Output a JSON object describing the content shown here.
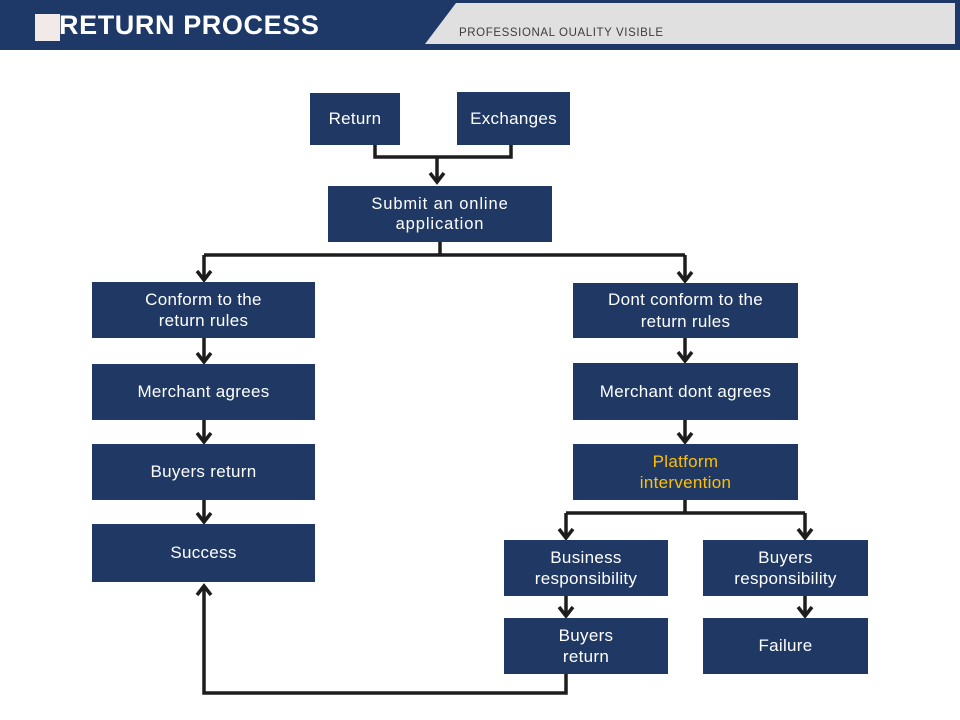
{
  "header": {
    "title": "RETURN PROCESS",
    "subtitle": "PROFESSIONAL OUALITY VISIBLE"
  },
  "colors": {
    "header_navy": "#1e3868",
    "node_navy": "#1f3864",
    "connector_black": "#1d1d1d",
    "tab_gray": "#e0e0e0",
    "accent_square": "#f1eae9",
    "highlight_yellow": "#ffc000"
  },
  "flowchart": {
    "nodes": [
      {
        "id": "return",
        "label": "Return"
      },
      {
        "id": "exchanges",
        "label": "Exchanges"
      },
      {
        "id": "submit-application",
        "label": "Submit an online\napplication"
      },
      {
        "id": "conform-rules",
        "label": "Conform to the\nreturn rules"
      },
      {
        "id": "dont-conform-rules",
        "label": "Dont conform to the\nreturn rules"
      },
      {
        "id": "merchant-agrees",
        "label": "Merchant agrees"
      },
      {
        "id": "merchant-dont-agrees",
        "label": "Merchant dont agrees"
      },
      {
        "id": "buyers-return",
        "label": "Buyers return"
      },
      {
        "id": "platform-intervention",
        "label": "Platform\nintervention",
        "text_color": "#ffc000"
      },
      {
        "id": "success",
        "label": "Success"
      },
      {
        "id": "business-responsibility",
        "label": "Business\nresponsibility"
      },
      {
        "id": "buyers-responsibility",
        "label": "Buyers\nresponsibility"
      },
      {
        "id": "buyers-return-2",
        "label": "Buyers\nreturn"
      },
      {
        "id": "failure",
        "label": "Failure"
      }
    ],
    "edges": [
      {
        "from": "return",
        "to": "submit-application"
      },
      {
        "from": "exchanges",
        "to": "submit-application"
      },
      {
        "from": "submit-application",
        "to": "conform-rules"
      },
      {
        "from": "submit-application",
        "to": "dont-conform-rules"
      },
      {
        "from": "conform-rules",
        "to": "merchant-agrees"
      },
      {
        "from": "merchant-agrees",
        "to": "buyers-return"
      },
      {
        "from": "buyers-return",
        "to": "success"
      },
      {
        "from": "dont-conform-rules",
        "to": "merchant-dont-agrees"
      },
      {
        "from": "merchant-dont-agrees",
        "to": "platform-intervention"
      },
      {
        "from": "platform-intervention",
        "to": "business-responsibility"
      },
      {
        "from": "platform-intervention",
        "to": "buyers-responsibility"
      },
      {
        "from": "business-responsibility",
        "to": "buyers-return-2"
      },
      {
        "from": "buyers-responsibility",
        "to": "failure"
      },
      {
        "from": "buyers-return-2",
        "to": "success"
      }
    ]
  }
}
